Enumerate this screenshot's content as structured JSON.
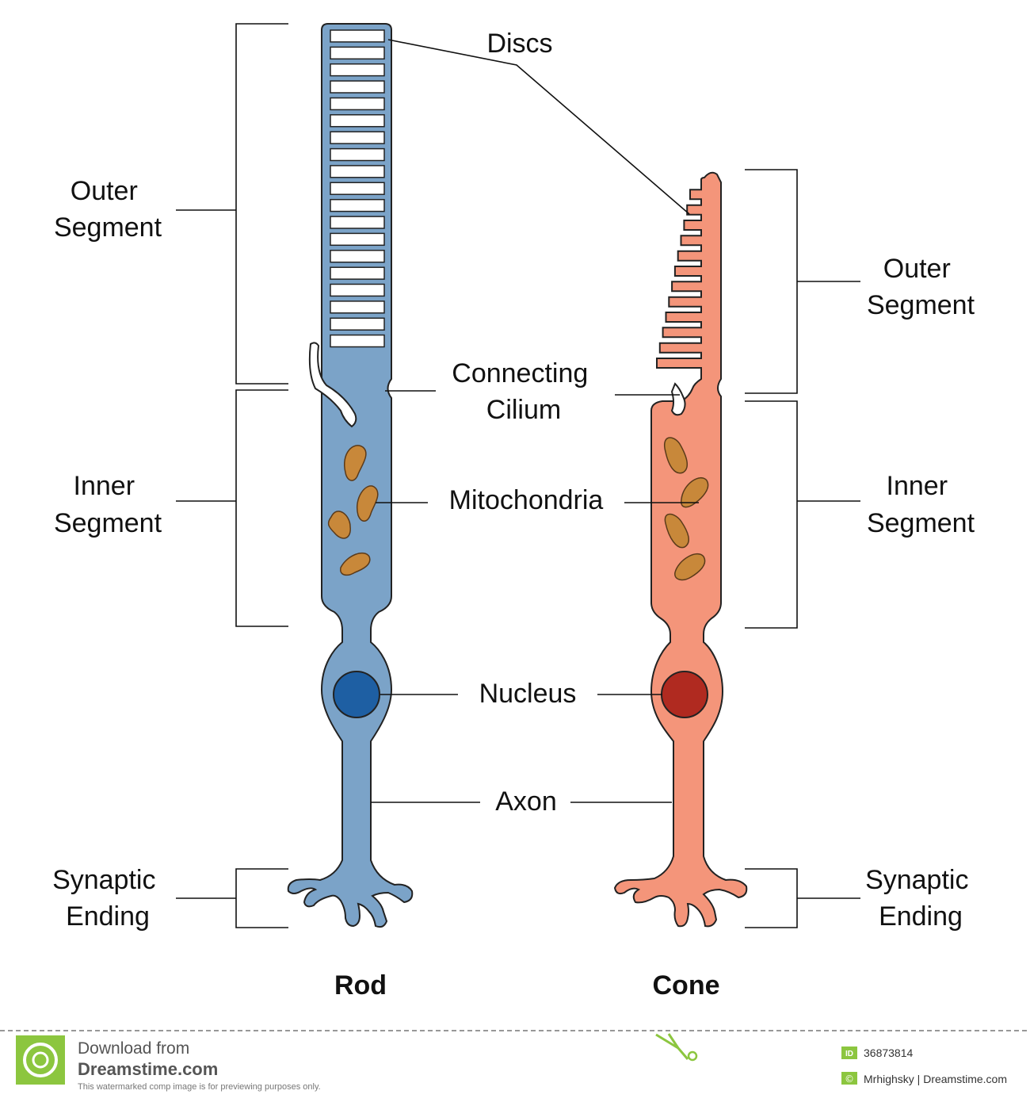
{
  "labels": {
    "discs": "Discs",
    "connecting_cilium": [
      "Connecting",
      "Cilium"
    ],
    "mitochondria": "Mitochondria",
    "nucleus": "Nucleus",
    "axon": "Axon",
    "left_outer_segment": [
      "Outer",
      "Segment"
    ],
    "left_inner_segment": [
      "Inner",
      "Segment"
    ],
    "left_synaptic_ending": [
      "Synaptic",
      "Ending"
    ],
    "right_outer_segment": [
      "Outer",
      "Segment"
    ],
    "right_inner_segment": [
      "Inner",
      "Segment"
    ],
    "right_synaptic_ending": [
      "Synaptic",
      "Ending"
    ]
  },
  "cells": {
    "rod": {
      "title": "Rod",
      "fill": "#7ba3c8",
      "nucleus_fill": "#1e5fa3",
      "disc_count": 19
    },
    "cone": {
      "title": "Cone",
      "fill": "#f4957a",
      "nucleus_fill": "#b02a20",
      "fold_count": 12
    }
  },
  "colors": {
    "mitochondria": "#c8883a",
    "mitochondria_cristae": "#f3d25a"
  },
  "footer": {
    "download_from": "Download from",
    "brand": "Dreamstime.com",
    "disclaimer": "This watermarked comp image is for previewing purposes only.",
    "id_badge": "ID",
    "id_value": "36873814",
    "credit": "Mrhighsky | Dreamstime.com"
  }
}
